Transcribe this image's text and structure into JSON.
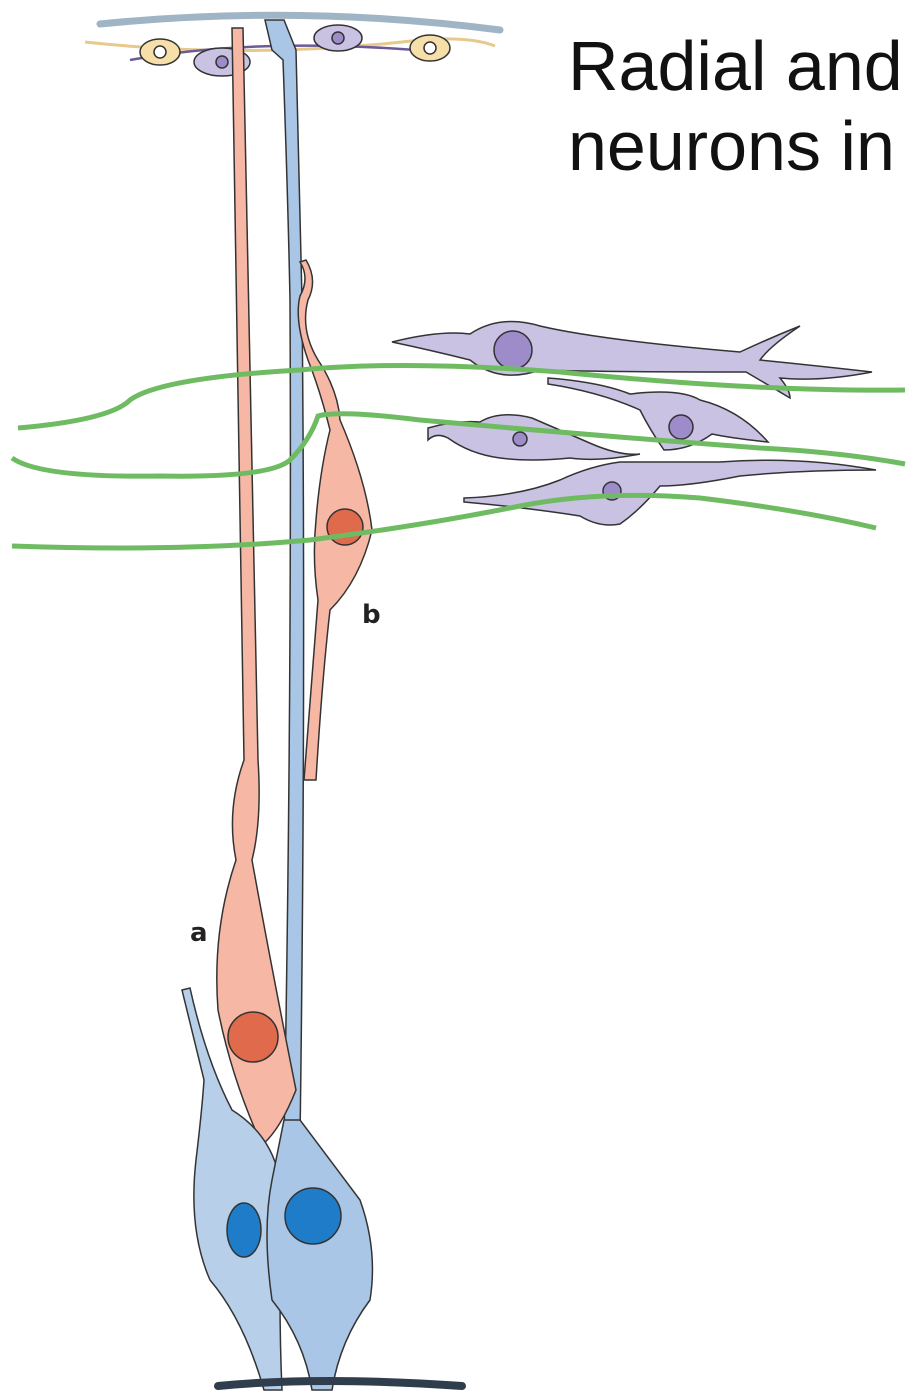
{
  "title": {
    "line1": "Radial and",
    "line2": "neurons in"
  },
  "labels": {
    "a": "a",
    "b": "b"
  },
  "colors": {
    "radial_glia": "#a9c6e6",
    "radial_glia_nucleus": "#1f7cc9",
    "radial_neuron": "#f6b8a5",
    "radial_neuron_nucleus": "#e06a4c",
    "tangential_neuron": "#c9c2e3",
    "tangential_nucleus": "#9d8cc9",
    "axon_tract": "#6fbb62",
    "pial_neuron": "#f6dfa8",
    "pia": "#9fb4c4",
    "ventricle": "#2f3d4c"
  }
}
